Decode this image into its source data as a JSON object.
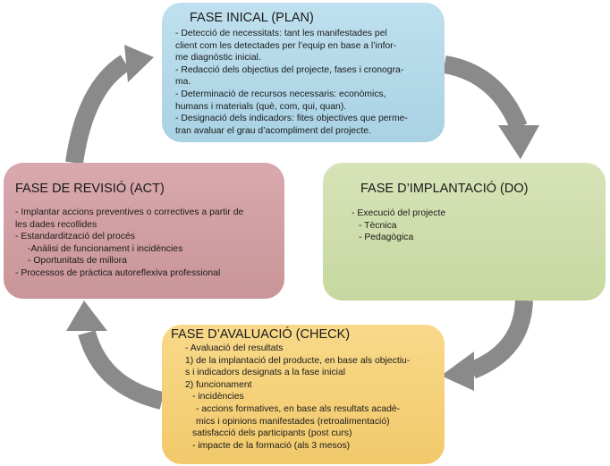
{
  "colors": {
    "plan": "#a9d2e4",
    "do": "#c7d89f",
    "act": "#c99599",
    "check": "#f2c96b",
    "arrow": "#8a8a8a"
  },
  "plan": {
    "title": "FASE INICAL (PLAN)",
    "lines": [
      "- Detecció de necessitats: tant les manifestades pel",
      "client com les detectades per l’equip en base a l’infor-",
      "me diagnòstic inicial.",
      "- Redacció dels objectius del projecte, fases i cronogra-",
      "ma.",
      "- Determinació de recursos necessaris: econòmics,",
      "humans i materials (què, com, qui, quan).",
      "- Designació dels indicadors: fites objectives que perme-",
      "tran avaluar el grau d’acompliment del projecte."
    ]
  },
  "do": {
    "title": "FASE D’IMPLANTACIÓ (DO)",
    "lines": [
      "- Execució del projecte",
      "- Tècnica",
      "- Pedagògica"
    ]
  },
  "act": {
    "title": "FASE DE REVISIÓ (ACT)",
    "lines": [
      "- Implantar accions preventives o correctives a partir de",
      "les dades recollides",
      "- Estandardització del procés",
      "-Anàlisi de funcionament i incidències",
      "- Oportunitats de millora",
      "- Processos de pràctica autoreflexiva professional"
    ]
  },
  "check": {
    "title": "FASE D’AVALUACIÓ (CHECK)",
    "lines": [
      "- Avaluació del resultats",
      "1) de la implantació del producte, en base als objectiu-",
      "s i indicadors designats a la fase inicial",
      "2) funcionament",
      "- incidències",
      "- accions  formatives, en base als resultats acadè-",
      "mics i opinions manifestades (retroalimentació)",
      "satisfacció dels participants (post curs)",
      "- impacte de la formació (als 3 mesos)"
    ]
  }
}
